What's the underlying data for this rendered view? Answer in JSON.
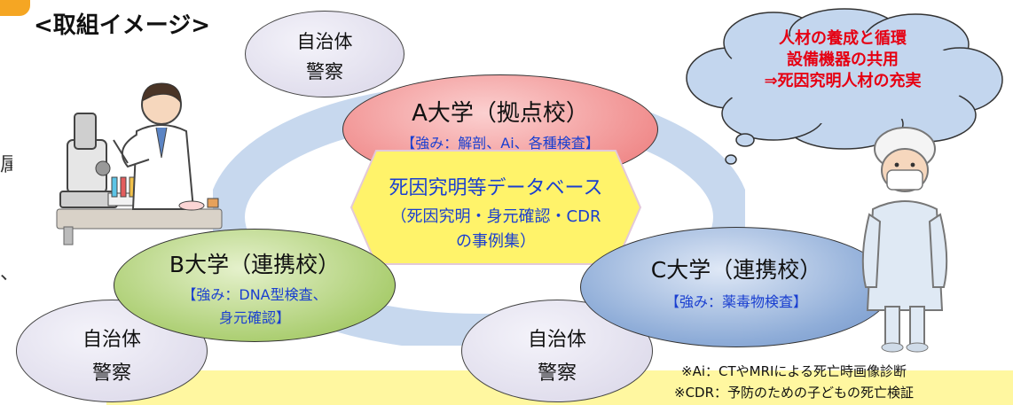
{
  "page_title": "<取組イメージ>",
  "cloud": {
    "line1": "人材の養成と循環",
    "line2": "設備機器の共用",
    "line3": "⇒死因究明人材の充実"
  },
  "center_box": {
    "line1": "死因究明等データベース",
    "line2": "（死因究明・身元確認・CDR",
    "line3": "の事例集）"
  },
  "uni_a": {
    "name": "A大学（拠点校）",
    "strength": "【強み：解剖、Ai、各種検査】"
  },
  "uni_b": {
    "name": "B大学（連携校）",
    "strength_line1": "【強み：DNA型検査、",
    "strength_line2": "身元確認】"
  },
  "uni_c": {
    "name": "C大学（連携校）",
    "strength": "【強み：薬毒物検査】"
  },
  "local_top": {
    "line1": "自治体",
    "line2": "警察"
  },
  "local_left": {
    "line1": "自治体",
    "line2": "警察"
  },
  "local_bottom": {
    "line1": "自治体",
    "line2": "警察"
  },
  "notes": {
    "ai": "※Ai：CTやMRIによる死亡時画像診断",
    "cdr": "※CDR：予防のための子どもの死亡検証"
  },
  "edge_fragments": {
    "f1": "属",
    "f2": "、"
  },
  "colors": {
    "ring": "#c7d8ee",
    "uni_a_fill": "#f08a8a",
    "uni_b_fill": "#a8cc6c",
    "uni_c_fill": "#6f92c8",
    "local_fill": "#dedbeb",
    "hexagon_fill": "#fff36a",
    "cloud_fill": "#c3d6ee",
    "bottom_band": "#fff7a0",
    "highlight_red": "#e60012",
    "strength_blue": "#1a3fd0"
  },
  "icons": [
    "scientist-with-microscope-illustration",
    "medical-staff-in-gown-illustration",
    "thought-cloud-icon"
  ]
}
